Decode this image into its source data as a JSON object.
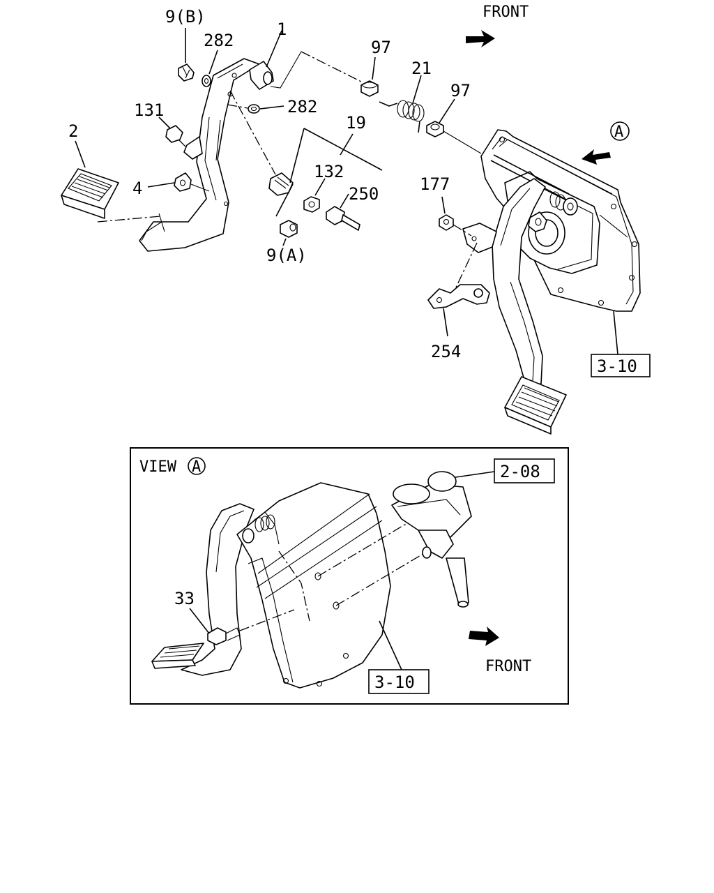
{
  "labels": {
    "front_top": "FRONT",
    "front_view": "FRONT",
    "view_word": "VIEW",
    "view_mark": "A",
    "a_marker": "A",
    "p1": "1",
    "p2": "2",
    "p4": "4",
    "p9a": "9(A)",
    "p9b": "9(B)",
    "p19": "19",
    "p21": "21",
    "p33": "33",
    "p97a": "97",
    "p97b": "97",
    "p131": "131",
    "p132": "132",
    "p177": "177",
    "p250": "250",
    "p254": "254",
    "p282a": "282",
    "p282b": "282"
  },
  "references": {
    "ref_3_10_top": "3-10",
    "ref_2_08": "2-08",
    "ref_3_10_view": "3-10"
  },
  "icons": {
    "front_arrow": "filled-arrow-right-icon",
    "view_arrow": "filled-arrow-left-icon"
  },
  "colors": {
    "line": "#000000",
    "background": "#ffffff"
  }
}
